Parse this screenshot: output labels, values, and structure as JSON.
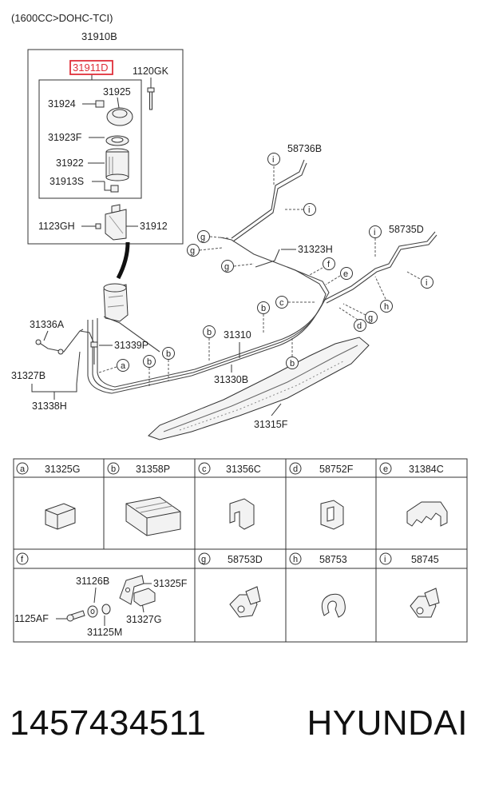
{
  "header": {
    "engine_spec": "(1600CC>DOHC-TCI)"
  },
  "assembly": {
    "outer_box": "31910B",
    "inner_box_highlight": "31911D",
    "highlight_color": "#e0303a",
    "parts": {
      "p1120GK": "1120GK",
      "p31925": "31925",
      "p31924": "31924",
      "p31923F": "31923F",
      "p31922": "31922",
      "p31913S": "31913S",
      "p1123GH": "1123GH",
      "p31912": "31912"
    }
  },
  "main_parts": {
    "p58736B": "58736B",
    "p58735D": "58735D",
    "p31323H": "31323H",
    "p31336A": "31336A",
    "p31339P": "31339P",
    "p31310": "31310",
    "p31327B": "31327B",
    "p31330B": "31330B",
    "p31338H": "31338H",
    "p31315F": "31315F"
  },
  "callouts": {
    "a": "a",
    "b": "b",
    "c": "c",
    "d": "d",
    "e": "e",
    "f": "f",
    "g": "g",
    "h": "h",
    "i": "i"
  },
  "legend_table": {
    "row1": [
      {
        "letter": "a",
        "part": "31325G"
      },
      {
        "letter": "b",
        "part": "31358P"
      },
      {
        "letter": "c",
        "part": "31356C"
      },
      {
        "letter": "d",
        "part": "58752F"
      },
      {
        "letter": "e",
        "part": "31384C"
      }
    ],
    "row2": [
      {
        "letter": "f",
        "part": ""
      },
      {
        "letter": "g",
        "part": "58753D"
      },
      {
        "letter": "h",
        "part": "58753"
      },
      {
        "letter": "i",
        "part": "58745"
      }
    ],
    "f_parts": {
      "p31126B": "31126B",
      "p31325F": "31325F",
      "p1125AF": "1125AF",
      "p31327G": "31327G",
      "p31125M": "31125M"
    }
  },
  "footer": {
    "part_number": "1457434511",
    "brand": "HYUNDAI"
  }
}
